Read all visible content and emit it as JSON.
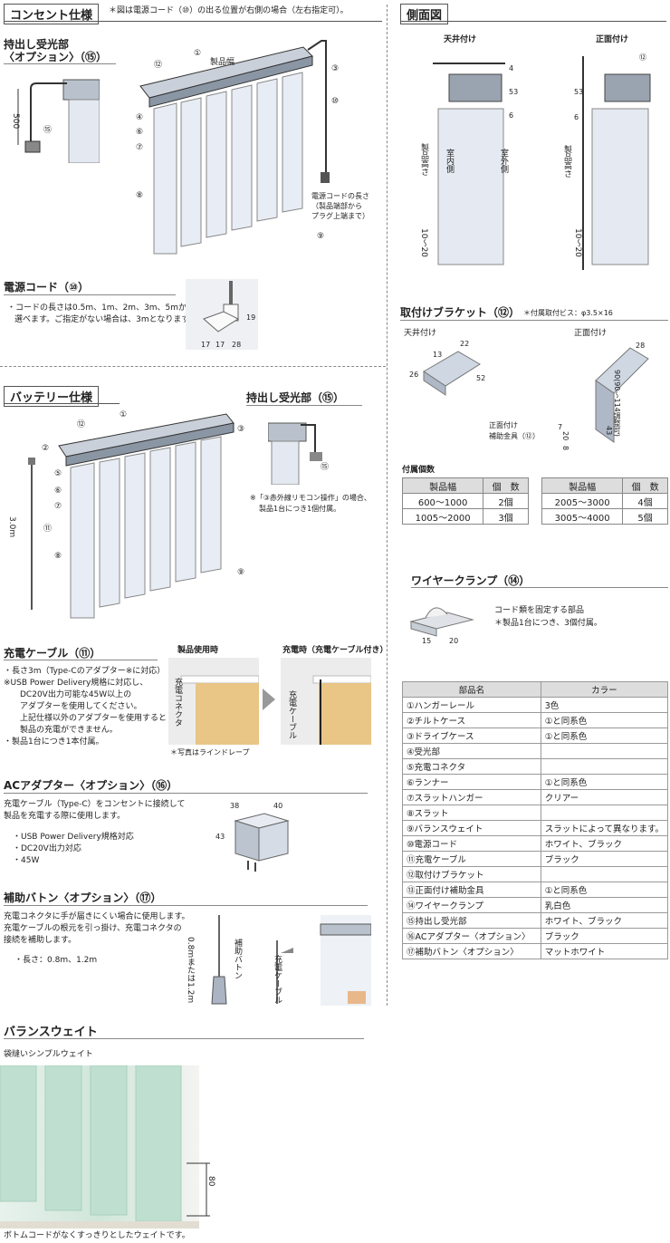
{
  "outlet": {
    "title": "コンセント仕様",
    "note": "＊図は電源コード（⑩）の出る位置が右側の場合（左右指定可）。",
    "receiver_title_1": "持出し受光部",
    "receiver_title_2": "〈オプション〉（⑮）",
    "dim_500": "500",
    "callouts": [
      "⑫",
      "①",
      "製品幅",
      "③",
      "④",
      "⑥",
      "⑦",
      "⑩",
      "⑧",
      "⑨",
      "⑮"
    ],
    "cord_note": [
      "電源コードの長さ",
      "（製品端部から",
      "プラグ上端まで）"
    ]
  },
  "power_cord": {
    "title": "電源コード（⑩）",
    "text": [
      "・コードの長さは0.5m、1m、2m、3m、5mから",
      "選べます。ご指定がない場合は、3mとなります。"
    ],
    "dims": [
      "19",
      "17",
      "17",
      "28"
    ]
  },
  "battery": {
    "title": "バッテリー仕様",
    "receiver_title": "持出し受光部（⑮）",
    "callouts": [
      "⑫",
      "①",
      "③",
      "②",
      "⑤",
      "⑥",
      "⑦",
      "⑧",
      "⑨",
      "⑪",
      "⑮"
    ],
    "dim_3m": "3.0m",
    "note": [
      "※「③赤外線リモコン操作」の場合、",
      "製品1台につき1個付属。"
    ]
  },
  "charge_cable": {
    "title": "充電ケーブル（⑪）",
    "text": [
      "・長さ3m（Type-Cのアダプター※に対応）",
      "※USB Power Delivery規格に対応し、",
      "DC20V出力可能な45W以上の",
      "アダプターを使用してください。",
      "上記仕様以外のアダプターを使用すると",
      "製品の充電ができません。",
      "・製品1台につき1本付属。"
    ],
    "in_use_label": "製品使用時",
    "charging_label": "充電時（充電ケーブル付き）",
    "connector_label": "充電コネクタ",
    "cable_label": "充電ケーブル",
    "photo_note": "＊写真はラインドレープ"
  },
  "ac_adapter": {
    "title": "ACアダプター〈オプション〉（⑯）",
    "text": [
      "充電ケーブル（Type-C）をコンセントに接続して",
      "製品を充電する際に使用します。"
    ],
    "specs": [
      "・USB Power Delivery規格対応",
      "・DC20V出力対応",
      "・45W"
    ],
    "dims": [
      "38",
      "40",
      "43"
    ]
  },
  "baton": {
    "title": "補助バトン〈オプション〉（⑰）",
    "text": [
      "充電コネクタに手が届きにくい場合に使用します。",
      "充電ケーブルの根元を引っ掛け、充電コネクタの",
      "接続を補助します。"
    ],
    "length": "・長さ：0.8m、1.2m",
    "dim_label": "0.8mまたは1.2m",
    "baton_label": "補助バトン",
    "cable_label": "充電ケーブル"
  },
  "side_view": {
    "title": "側面図",
    "ceiling": "天井付け",
    "front": "正面付け",
    "dims_ceiling": [
      "4",
      "53",
      "6",
      "10〜20"
    ],
    "dims_front": [
      "⑫",
      "53",
      "6",
      "10〜20"
    ],
    "height_label": "製品高さ",
    "indoor": "室内側",
    "outdoor": "室外側"
  },
  "bracket": {
    "title": "取付けブラケット（⑫）",
    "note": "＊付属取付ビス：φ3.5×16",
    "ceiling": "天井付け",
    "front": "正面付け",
    "dims_ceiling": [
      "22",
      "13",
      "26",
      "52"
    ],
    "dims_front": [
      "28",
      "90(90〜114調整可)",
      "43",
      "7",
      "20",
      "8"
    ],
    "aux_label": [
      "正面付け",
      "補助金具（⑫）"
    ],
    "qty_title": "付属個数",
    "qty_left": [
      [
        "製品幅",
        "個　数"
      ],
      [
        "600〜1000",
        "2個"
      ],
      [
        "1005〜2000",
        "3個"
      ]
    ],
    "qty_right": [
      [
        "製品幅",
        "個　数"
      ],
      [
        "2005〜3000",
        "4個"
      ],
      [
        "3005〜4000",
        "5個"
      ]
    ]
  },
  "wire_clamp": {
    "title": "ワイヤークランプ（⑭）",
    "text": [
      "コード類を固定する部品",
      "＊製品1台につき、3個付属。"
    ],
    "dims": [
      "15",
      "20"
    ]
  },
  "parts_table": {
    "headers": [
      "部品名",
      "カラー"
    ],
    "rows": [
      [
        "①ハンガーレール",
        "3色"
      ],
      [
        "②チルトケース",
        "①と同系色"
      ],
      [
        "③ドライブケース",
        "①と同系色"
      ],
      [
        "④受光部",
        ""
      ],
      [
        "⑤充電コネクタ",
        ""
      ],
      [
        "⑥ランナー",
        "①と同系色"
      ],
      [
        "⑦スラットハンガー",
        "クリアー"
      ],
      [
        "⑧スラット",
        ""
      ],
      [
        "⑨バランスウェイト",
        "スラットによって異なります。"
      ],
      [
        "⑩電源コード",
        "ホワイト、ブラック"
      ],
      [
        "⑪充電ケーブル",
        "ブラック"
      ],
      [
        "⑫取付けブラケット",
        ""
      ],
      [
        "⑬正面付け補助金具",
        "①と同系色"
      ],
      [
        "⑭ワイヤークランプ",
        "乳白色"
      ],
      [
        "⑮持出し受光部",
        "ホワイト、ブラック"
      ],
      [
        "⑯ACアダプター〈オプション〉",
        "ブラック"
      ],
      [
        "⑰補助バトン〈オプション〉",
        "マットホワイト"
      ]
    ]
  },
  "balance_weight": {
    "title": "バランスウェイト",
    "subtitle": "袋縫いシンプルウェイト",
    "dim": "80",
    "caption": "ボトムコードがなくすっきりとしたウェイトです。"
  }
}
